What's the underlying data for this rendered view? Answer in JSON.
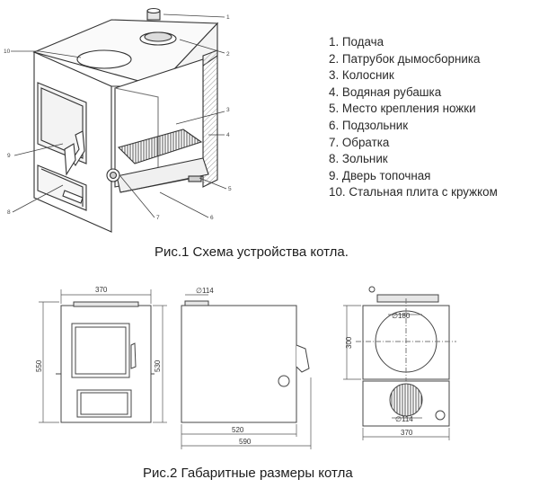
{
  "figure1": {
    "callouts": [
      "1",
      "2",
      "3",
      "4",
      "5",
      "6",
      "7",
      "8",
      "9",
      "10"
    ],
    "legend": [
      "1. Подача",
      "2. Патрубок дымосборника",
      "3. Колосник",
      "4. Водяная рубашка",
      "5. Место крепления ножки",
      "6. Подзольник",
      "7. Обратка",
      "8. Зольник",
      "9. Дверь топочная",
      "10. Стальная плита с кружком"
    ],
    "caption": "Рис.1 Схема устройства котла."
  },
  "figure2": {
    "front_width": "370",
    "front_height": "550",
    "front_inner_height": "530",
    "side_pipe_diameter": "∅114",
    "side_width": "520",
    "side_total_width": "590",
    "top_plate_diameter": "∅180",
    "top_height": "300",
    "rear_pipe_diameter": "∅114",
    "rear_width": "370",
    "caption": "Рис.2 Габаритные размеры котла"
  }
}
